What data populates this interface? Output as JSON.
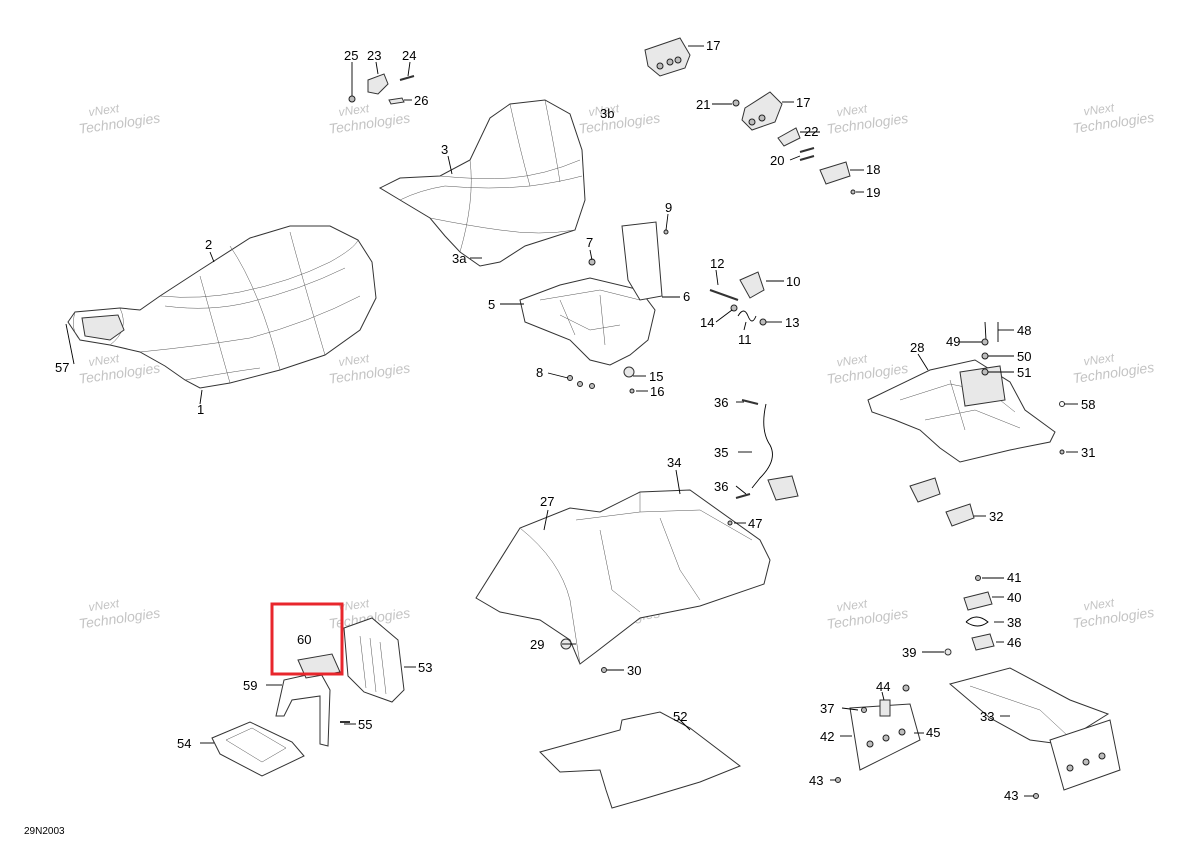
{
  "diagram": {
    "drawing_code": "29N2003",
    "highlighted_callout": "60",
    "highlight_color": "#e8262c",
    "watermark_line1": "vNext",
    "watermark_line2": "Technologies",
    "watermark_inline": "vNext Technologies",
    "callouts": {
      "c1": "1",
      "c2": "2",
      "c3": "3",
      "c3a": "3a",
      "c3b": "3b",
      "c5": "5",
      "c6": "6",
      "c7": "7",
      "c8": "8",
      "c9": "9",
      "c10": "10",
      "c11": "11",
      "c12": "12",
      "c13": "13",
      "c14": "14",
      "c15": "15",
      "c16": "16",
      "c17a": "17",
      "c17b": "17",
      "c18": "18",
      "c19": "19",
      "c20": "20",
      "c21": "21",
      "c22": "22",
      "c23": "23",
      "c24": "24",
      "c25": "25",
      "c26": "26",
      "c27": "27",
      "c28": "28",
      "c29": "29",
      "c30": "30",
      "c31": "31",
      "c32": "32",
      "c33": "33",
      "c34": "34",
      "c35": "35",
      "c36a": "36",
      "c36b": "36",
      "c37": "37",
      "c38": "38",
      "c39": "39",
      "c40": "40",
      "c41": "41",
      "c42": "42",
      "c43a": "43",
      "c43b": "43",
      "c44": "44",
      "c45": "45",
      "c46": "46",
      "c47": "47",
      "c48": "48",
      "c49": "49",
      "c50": "50",
      "c51": "51",
      "c52": "52",
      "c53": "53",
      "c54": "54",
      "c55": "55",
      "c57": "57",
      "c58": "58",
      "c59": "59",
      "c60": "60"
    }
  }
}
